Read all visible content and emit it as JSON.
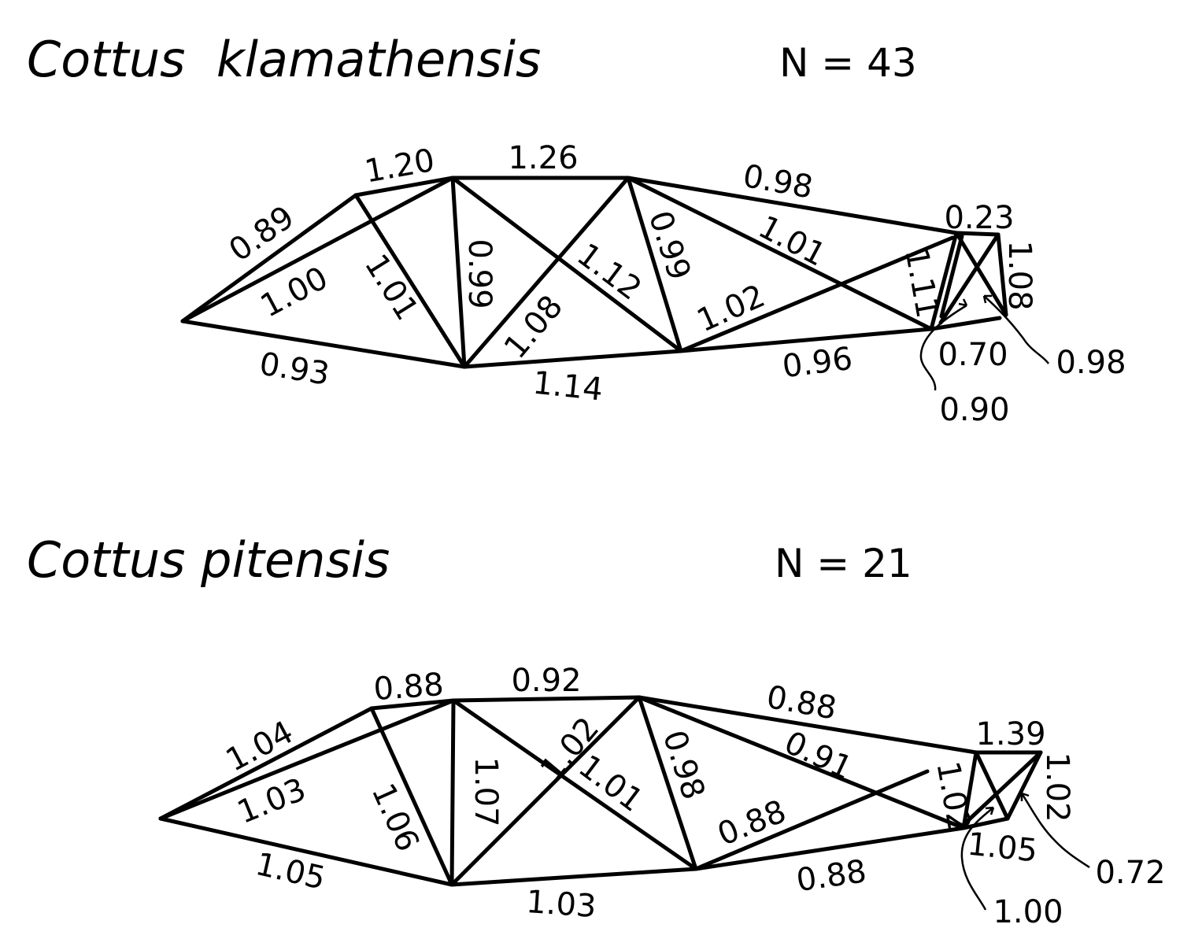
{
  "diagrams": [
    {
      "species": "Cottus  klamathensis",
      "n_label": "N = 43",
      "values": [
        "0.89",
        "1.00",
        "0.93",
        "1.20",
        "1.01",
        "1.26",
        "0.99",
        "1.08",
        "1.12",
        "1.14",
        "0.98",
        "0.99",
        "1.01",
        "1.02",
        "0.96",
        "0.23",
        "1.11",
        "1.08",
        "0.70",
        "0.90",
        "0.98"
      ]
    },
    {
      "species": "Cottus pitensis",
      "n_label": "N = 21",
      "values": [
        "1.04",
        "1.03",
        "1.05",
        "0.88",
        "1.06",
        "0.92",
        "1.07",
        "1.02",
        "1.01",
        "1.03",
        "0.88",
        "0.98",
        "0.91",
        "0.88",
        "0.88",
        "1.39",
        "1.02",
        "1.02",
        "1.05",
        "1.00",
        "0.72"
      ]
    }
  ],
  "colors": {
    "ink": "#000000",
    "background": "#ffffff"
  }
}
